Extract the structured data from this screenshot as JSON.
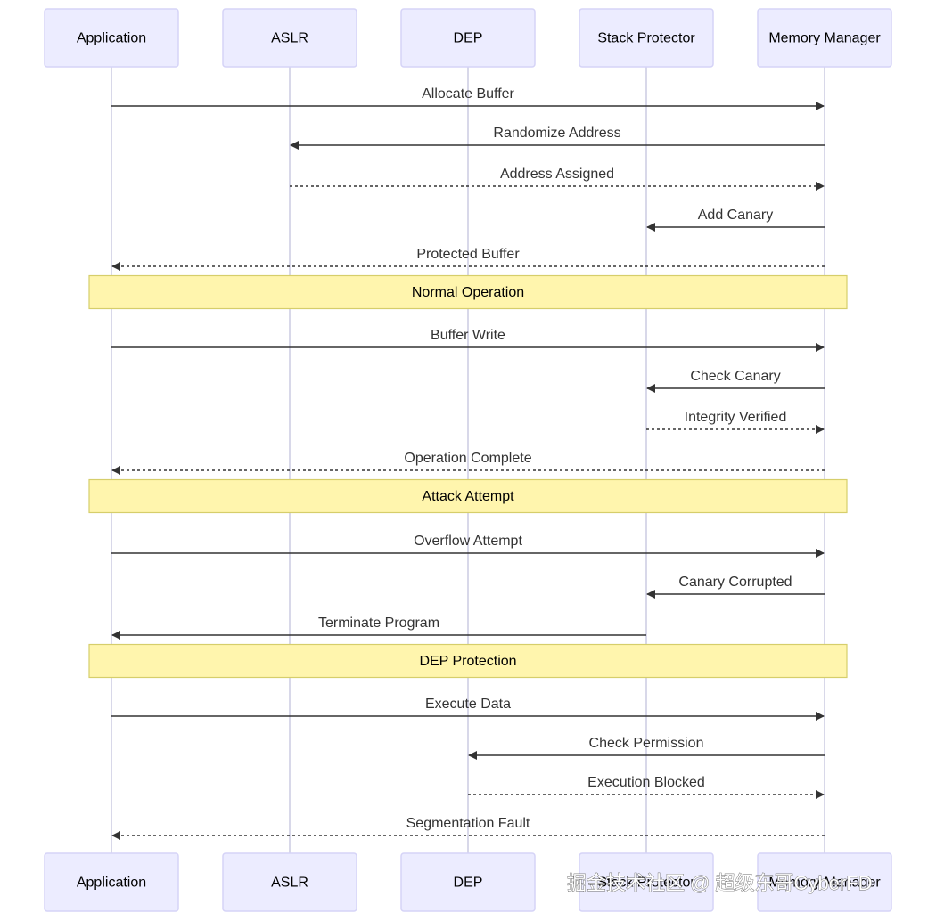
{
  "actors": [
    "Application",
    "ASLR",
    "DEP",
    "Stack Protector",
    "Memory Manager"
  ],
  "steps": [
    {
      "kind": "message",
      "from": 0,
      "to": 4,
      "text": "Allocate Buffer",
      "style": "solid"
    },
    {
      "kind": "message",
      "from": 4,
      "to": 1,
      "text": "Randomize Address",
      "style": "solid"
    },
    {
      "kind": "message",
      "from": 1,
      "to": 4,
      "text": "Address Assigned",
      "style": "dashed"
    },
    {
      "kind": "message",
      "from": 4,
      "to": 3,
      "text": "Add Canary",
      "style": "solid"
    },
    {
      "kind": "message",
      "from": 4,
      "to": 0,
      "text": "Protected Buffer",
      "style": "dashed"
    },
    {
      "kind": "note",
      "text": "Normal Operation"
    },
    {
      "kind": "message",
      "from": 0,
      "to": 4,
      "text": "Buffer Write",
      "style": "solid"
    },
    {
      "kind": "message",
      "from": 4,
      "to": 3,
      "text": "Check Canary",
      "style": "solid"
    },
    {
      "kind": "message",
      "from": 3,
      "to": 4,
      "text": "Integrity Verified",
      "style": "dashed"
    },
    {
      "kind": "message",
      "from": 4,
      "to": 0,
      "text": "Operation Complete",
      "style": "dashed"
    },
    {
      "kind": "note",
      "text": "Attack Attempt"
    },
    {
      "kind": "message",
      "from": 0,
      "to": 4,
      "text": "Overflow Attempt",
      "style": "solid"
    },
    {
      "kind": "message",
      "from": 4,
      "to": 3,
      "text": "Canary Corrupted",
      "style": "solid"
    },
    {
      "kind": "message",
      "from": 3,
      "to": 0,
      "text": "Terminate Program",
      "style": "solid"
    },
    {
      "kind": "note",
      "text": "DEP Protection"
    },
    {
      "kind": "message",
      "from": 0,
      "to": 4,
      "text": "Execute Data",
      "style": "solid"
    },
    {
      "kind": "message",
      "from": 4,
      "to": 2,
      "text": "Check Permission",
      "style": "solid"
    },
    {
      "kind": "message",
      "from": 2,
      "to": 4,
      "text": "Execution Blocked",
      "style": "dashed"
    },
    {
      "kind": "message",
      "from": 4,
      "to": 0,
      "text": "Segmentation Fault",
      "style": "dashed"
    }
  ],
  "watermark": "掘金技术社区 @ 超级东哥CyberFD",
  "colors": {
    "actor_fill": "#ECECFF",
    "actor_border": "#D5D3F7",
    "lifeline": "#CBCBE2",
    "note_fill": "#FFF5AD",
    "note_border": "#D6CE6B",
    "message": "#333333"
  }
}
